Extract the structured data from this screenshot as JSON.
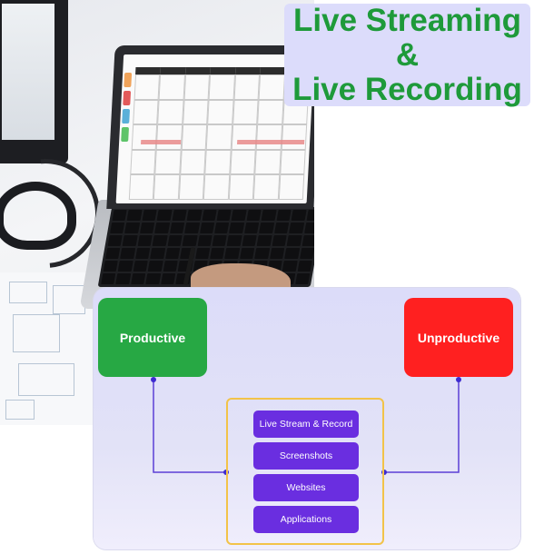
{
  "title": {
    "line1": "Live Streaming",
    "line2": "&",
    "line3": "Live Recording",
    "color": "#1e9a3a"
  },
  "diagram": {
    "left_box": {
      "label": "Productive",
      "color": "#27a844"
    },
    "right_box": {
      "label": "Unproductive",
      "color": "#ff2020"
    },
    "items": [
      {
        "label": "Live Stream & Record"
      },
      {
        "label": "Screenshots"
      },
      {
        "label": "Websites"
      },
      {
        "label": "Applications"
      }
    ],
    "item_color": "#6a2ee0",
    "container_color": "#f2c349",
    "connector_color": "#5b3fd6"
  }
}
